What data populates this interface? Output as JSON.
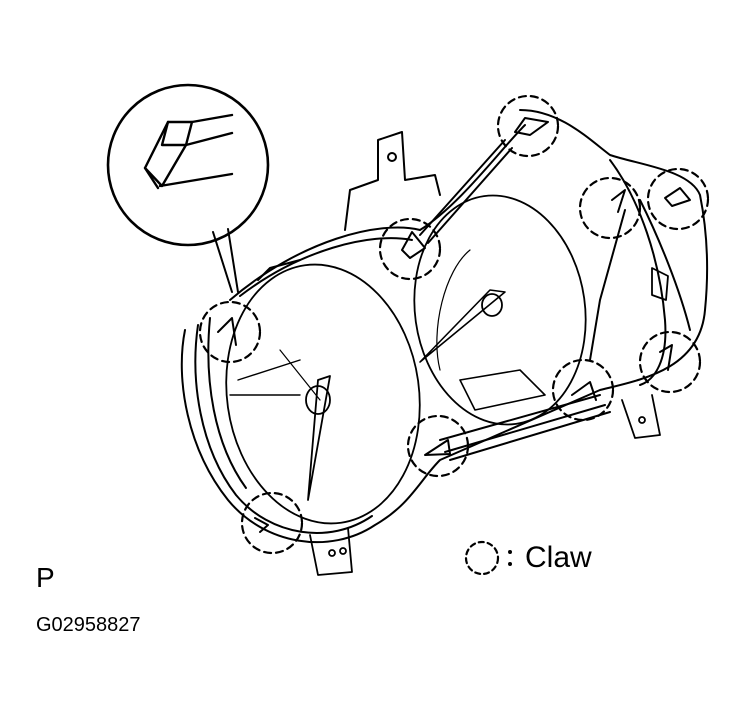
{
  "legend": {
    "symbol": "dashed-circle",
    "label": "Claw"
  },
  "view_letter": "P",
  "figure_code": "G02958827",
  "colors": {
    "ink": "#000000",
    "paper": "#ffffff"
  }
}
